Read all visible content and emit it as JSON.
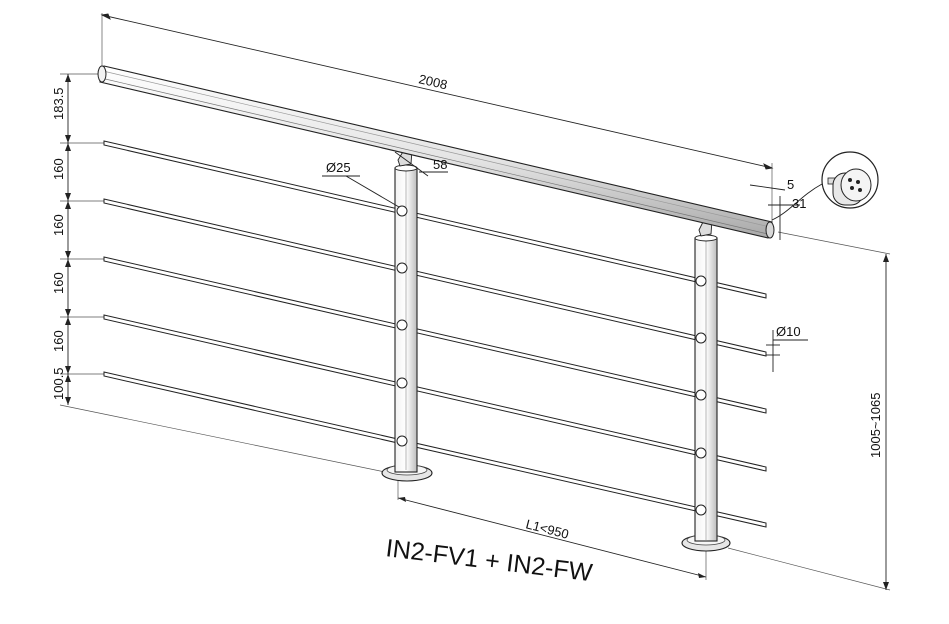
{
  "diagram": {
    "title": "IN2-FV1 + IN2-FW",
    "dimensions": {
      "overall_length": "2008",
      "handrail_offset": "183.5",
      "rail_spacing_1": "160",
      "rail_spacing_2": "160",
      "rail_spacing_3": "160",
      "rail_spacing_4": "160",
      "bottom_offset": "100.5",
      "post_diameter": "Ø25",
      "bracket_width": "58",
      "bracket_detail_a": "5",
      "bracket_detail_b": "31",
      "rod_diameter": "Ø10",
      "total_height": "1005~1065",
      "post_distance": "L1<950"
    }
  }
}
